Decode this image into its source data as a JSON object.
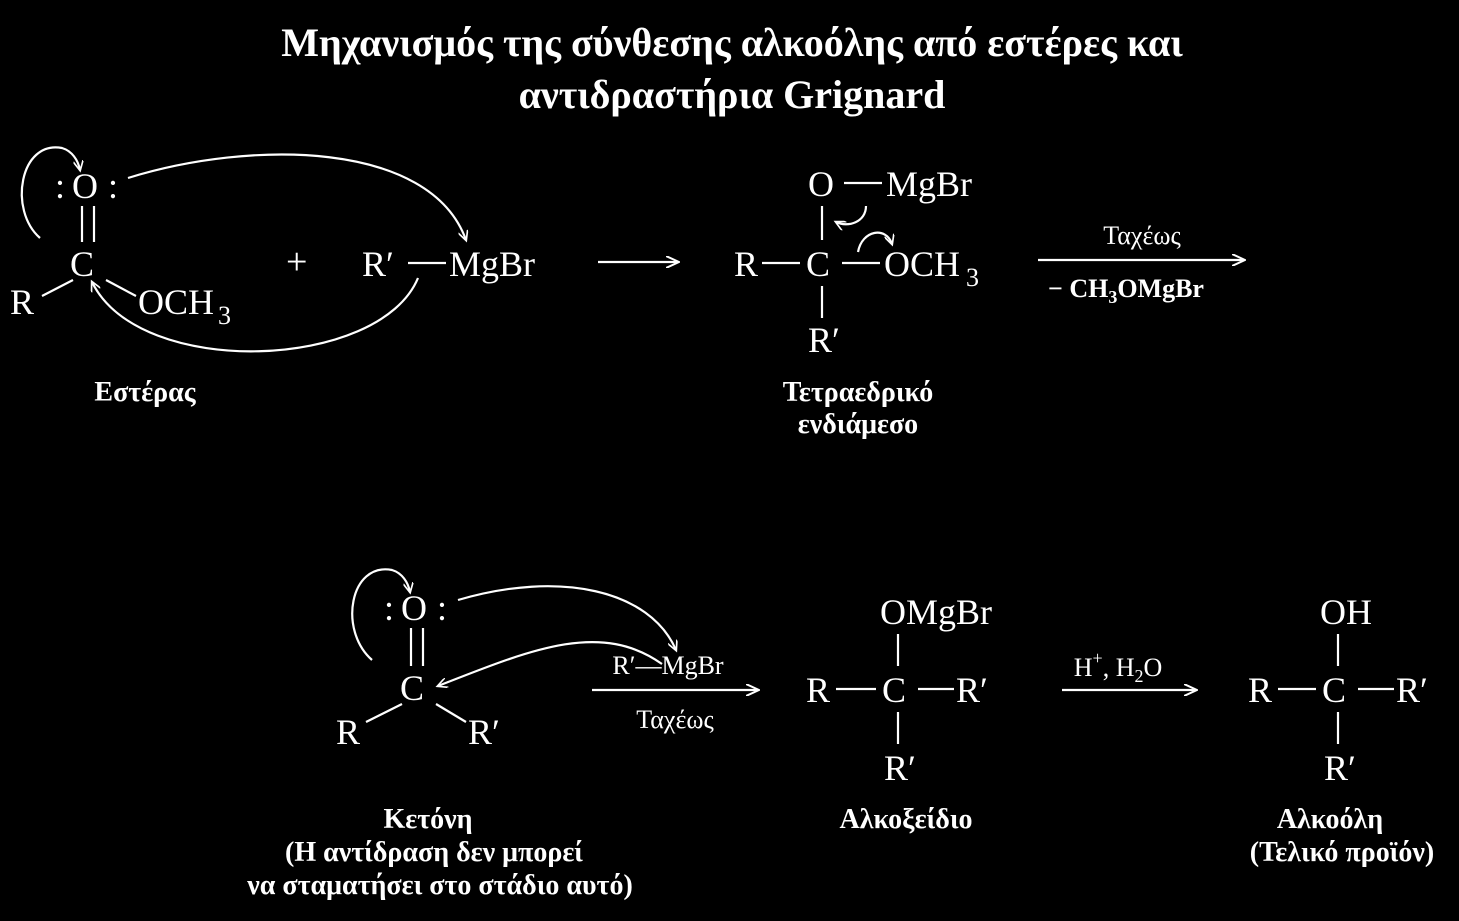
{
  "title": {
    "line1": "Μηχανισμός της σύνθεσης αλκοόλης από εστέρες και",
    "line2": "αντιδραστήρια Grignard"
  },
  "atoms": {
    "R": "R",
    "Rp": "R′",
    "C": "C",
    "O": "O",
    "lone_pair": ":",
    "OCH": "OCH",
    "sub3": "3",
    "MgBr": "MgBr",
    "OMgBr": "OMgBr",
    "OH": "OH",
    "plus": "+"
  },
  "reagents": {
    "fast": "Ταχέως",
    "minus_prefix": "− CH",
    "minus_sub": "3",
    "minus_suffix": "OMgBr",
    "rmgbr": "R′—MgBr",
    "h": "H",
    "h_sup": "+",
    "h2o_sep": ", H",
    "h2o_sub": "2",
    "h2o_o": "O"
  },
  "labels": {
    "ester": "Εστέρας",
    "tetra_1": "Τετραεδρικό",
    "tetra_2": "ενδιάμεσο",
    "ketone_1": "Κετόνη",
    "ketone_2": "(Η αντίδραση δεν μπορεί",
    "ketone_3": "να σταματήσει στο στάδιο αυτό)",
    "alkoxide": "Αλκοξείδιο",
    "alcohol_1": "Αλκοόλη",
    "alcohol_2": "(Τελικό προϊόν)"
  }
}
